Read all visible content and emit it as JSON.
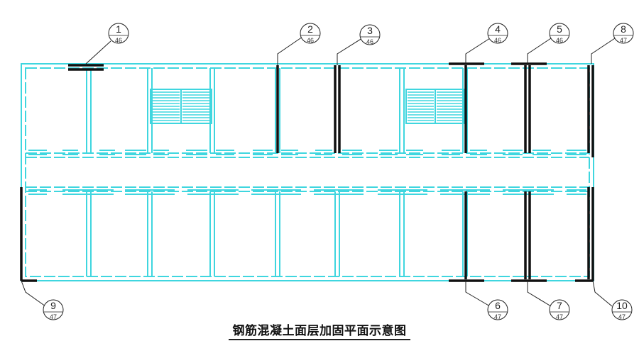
{
  "caption": "钢筋混凝土面层加固平面示意图",
  "colors": {
    "walls": "#3fd6df",
    "reinforcement": "#111111",
    "leaders": "#222222"
  },
  "callouts": [
    {
      "num": "1",
      "ref": "46"
    },
    {
      "num": "2",
      "ref": "46"
    },
    {
      "num": "3",
      "ref": "46"
    },
    {
      "num": "4",
      "ref": "46"
    },
    {
      "num": "5",
      "ref": "46"
    },
    {
      "num": "6",
      "ref": "47"
    },
    {
      "num": "7",
      "ref": "47"
    },
    {
      "num": "8",
      "ref": "47"
    },
    {
      "num": "9",
      "ref": "47"
    },
    {
      "num": "10",
      "ref": "47"
    }
  ]
}
